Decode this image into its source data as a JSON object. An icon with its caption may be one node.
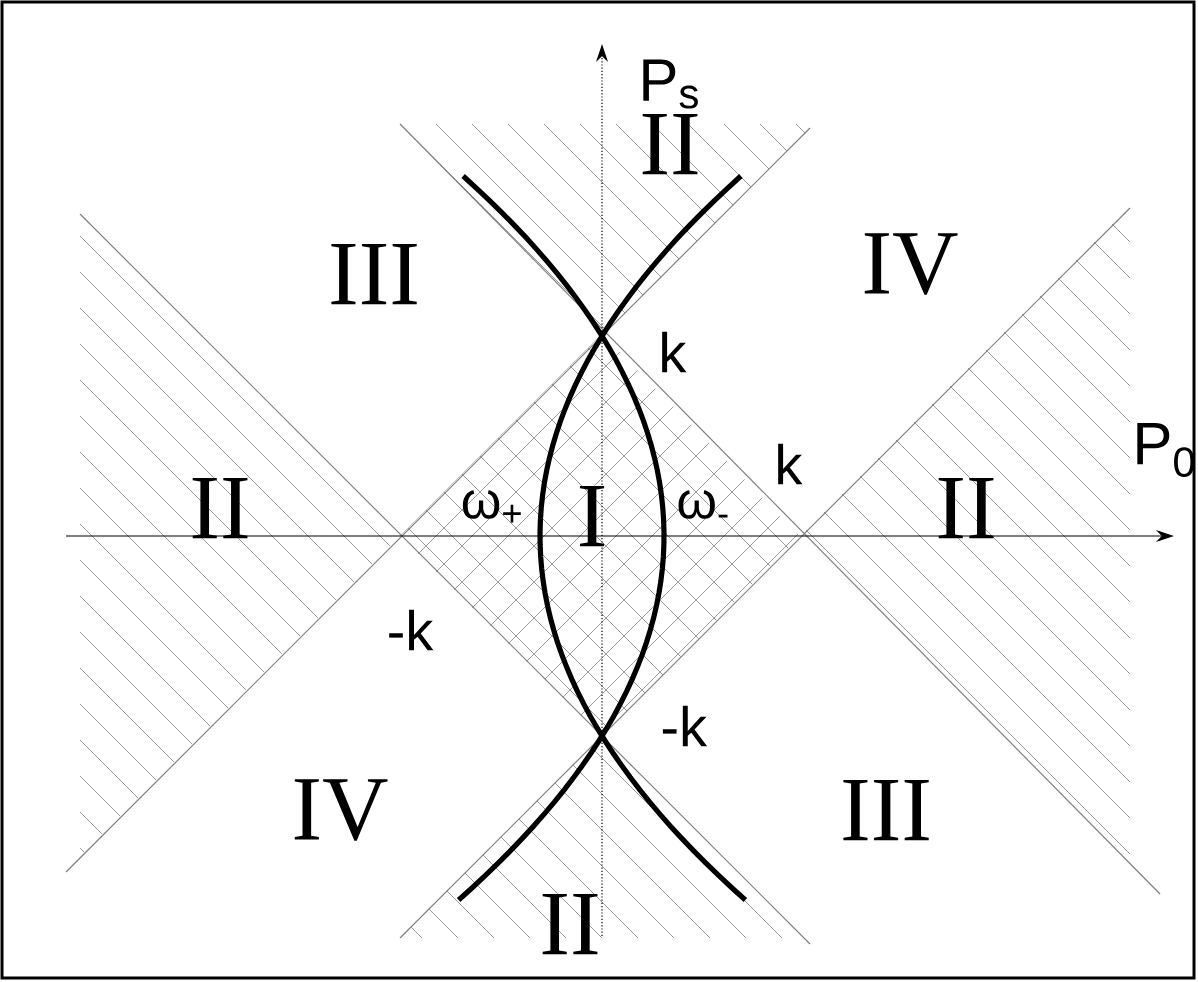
{
  "diagram": {
    "labels": [
      "P$_{s}$",
      "II",
      "IV",
      "III",
      "k",
      "P$_{0}$",
      "k",
      "II",
      "ω$_{+}$",
      "I",
      "ω$_{-}$",
      "II",
      "-k",
      "-k",
      "IV",
      "III",
      "II"
    ]
  }
}
